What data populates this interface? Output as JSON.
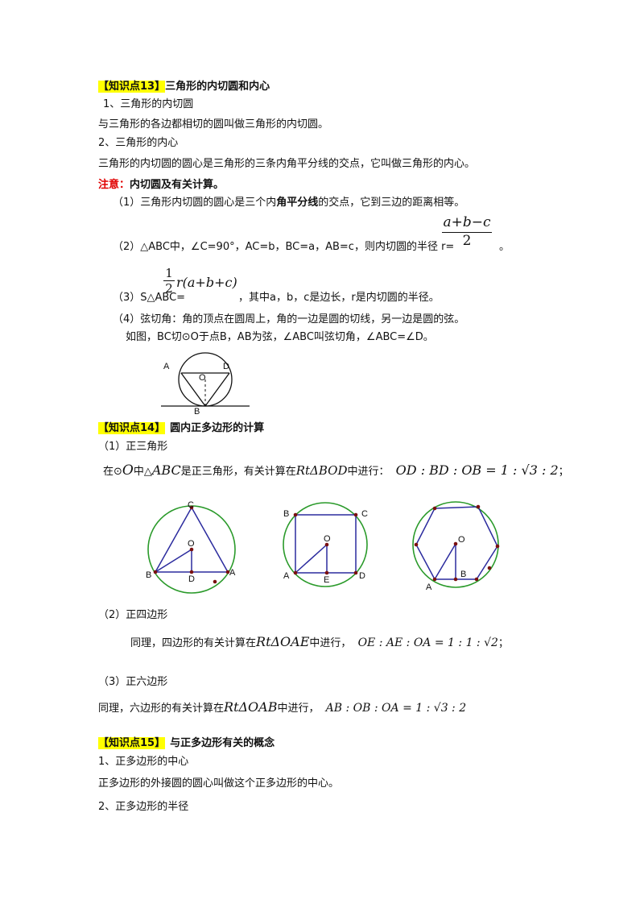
{
  "kp13": {
    "tag": "【知识点13】",
    "title": "三角形的内切圆和内心",
    "s1_head": "1、三角形的内切圆",
    "s1_text": "与三角形的各边都相切的圆叫做三角形的内切圆。",
    "s2_head": "2、三角形的内心",
    "s2_text": "三角形的内切圆的圆心是三角形的三条内角平分线的交点，它叫做三角形的内心。",
    "note_label": "注意：",
    "note_title": "内切圆及有关计算。",
    "n1_a": "（1）三角形内切圆的圆心是三个内",
    "n1_b": "角平分线",
    "n1_c": "的交点，它到三边的距离相等。",
    "n2_text": "（2）△ABC中，∠C=90°，AC=b，BC=a，AB=c，则内切圆的半径 r=",
    "n2_num": "a+b−c",
    "n2_den": "2",
    "n2_end": "。",
    "n3_pre": "（3）S△ABC=",
    "n3_num": "1",
    "n3_den": "2",
    "n3_expr": "r(a+b+c)",
    "n3_post": "，其中a，b，c是边长，r是内切圆的半径。",
    "n4_text": "（4）弦切角：角的顶点在圆周上，角的一边是圆的切线，另一边是圆的弦。",
    "n4_text2": "如图，BC切⊙O于点B，AB为弦，∠ABC叫弦切角，∠ABC=∠D。",
    "fig_labels": {
      "A": "A",
      "D": "D",
      "O": "O",
      "B": "B"
    }
  },
  "kp14": {
    "tag": "【知识点14】",
    "title": "圆内正多边形的计算",
    "p1_head": "（1）正三角形",
    "p1_a": "在⊙",
    "p1_O": "O",
    "p1_b": "中△",
    "p1_ABC": "ABC",
    "p1_c": "是正三角形，有关计算在",
    "p1_rt": "RtΔBOD",
    "p1_d": "中进行：",
    "p1_ratio": "OD : BD : OB = 1 : √3 : 2",
    "p1_end": "；",
    "tri_labels": {
      "C": "C",
      "O": "O",
      "B": "B",
      "D": "D",
      "A": "A"
    },
    "sq_labels": {
      "B": "B",
      "C": "C",
      "O": "O",
      "A": "A",
      "E": "E",
      "D": "D"
    },
    "hex_labels": {
      "O": "O",
      "A": "A",
      "B": "B"
    },
    "p2_head": "（2）正四边形",
    "p2_a": "同理，四边形的有关计算在",
    "p2_rt": "RtΔOAE",
    "p2_b": "中进行，",
    "p2_ratio": "OE : AE : OA = 1 : 1 : √2",
    "p2_end": "；",
    "p3_head": "（3）正六边形",
    "p3_a": "同理，六边形的有关计算在",
    "p3_rt": "RtΔOAB",
    "p3_b": "中进行，",
    "p3_ratio": "AB : OB : OA = 1 : √3 : 2"
  },
  "kp15": {
    "tag": "【知识点15】",
    "title": "与正多边形有关的概念",
    "s1_head": "1、正多边形的中心",
    "s1_text": "正多边形的外接圆的圆心叫做这个正多边形的中心。",
    "s2_head": "2、正多边形的半径"
  }
}
